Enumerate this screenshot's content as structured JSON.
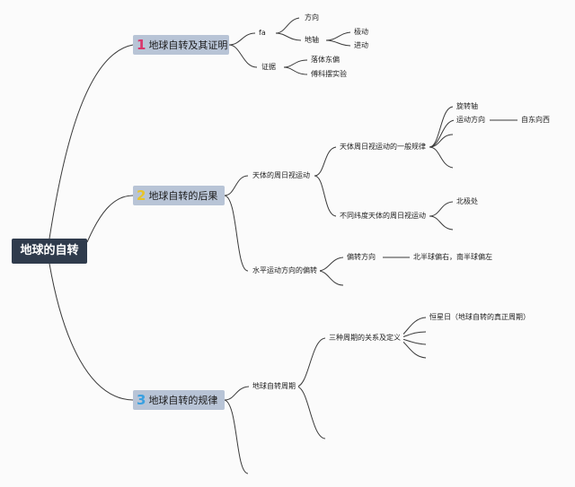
{
  "root": "地球的自转",
  "branch1": {
    "number": "1",
    "number_color": "#d9366b",
    "label": "地球自转及其证明",
    "fa": "fa",
    "fangxiang": "方向",
    "dizhou": "地轴",
    "jidong": "极动",
    "jindong": "进动",
    "zhengju": "证据",
    "luoti": "落体东偏",
    "fuke": "傅科摆实验"
  },
  "branch2": {
    "number": "2",
    "number_color": "#e8c42a",
    "label": "地球自转的后果",
    "tianti": "天体的周日视运动",
    "yiban": "天体周日视运动的一般规律",
    "xuanzhuan": "旋转轴",
    "yundong": "运动方向",
    "zidong": "自东向西",
    "butong": "不同纬度天体的周日视运动",
    "beiji": "北极处",
    "shuiping": "水平运动方向的偏转",
    "pianzhuan": "偏转方向",
    "beiban": "北半球偏右，南半球偏左"
  },
  "branch3": {
    "number": "3",
    "number_color": "#3aa0e0",
    "label": "地球自转的规律",
    "zhouqi": "地球自转周期",
    "sanzhong": "三种周期的关系及定义",
    "hengxing": "恒星日（地球自转的真正周期）"
  }
}
